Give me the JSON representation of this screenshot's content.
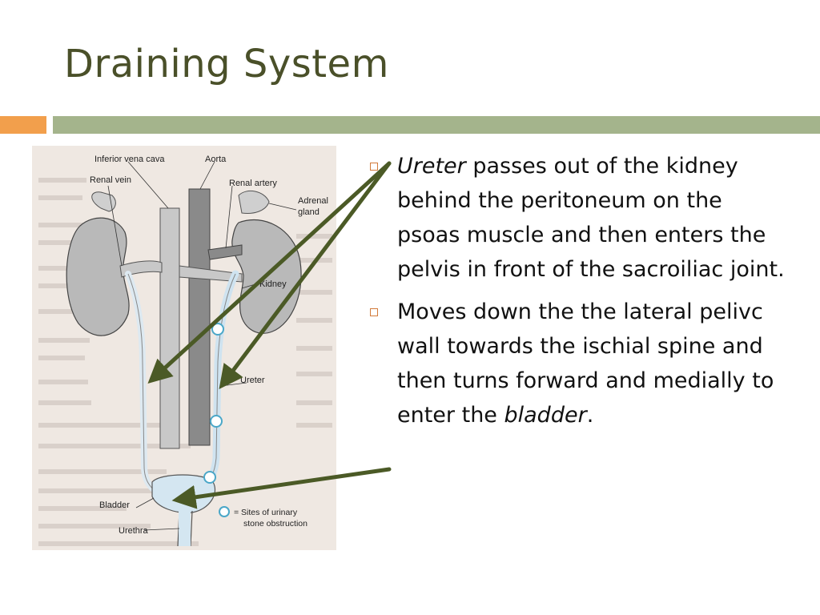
{
  "title": "Draining System",
  "diagram": {
    "labels": {
      "ivc": "Inferior vena cava",
      "aorta": "Aorta",
      "renal_vein": "Renal vein",
      "renal_artery": "Renal artery",
      "adrenal": "Adrenal",
      "gland": "gland",
      "kidney": "Kidney",
      "ureter": "Ureter",
      "bladder": "Bladder",
      "urethra": "Urethra",
      "sites_line1": "= Sites of urinary",
      "sites_line2": "stone obstruction"
    }
  },
  "bullets": [
    {
      "em": "Ureter",
      "text": " passes out of the kidney behind the peritoneum on the psoas muscle and then enters the pelvis in front of the sacroiliac joint."
    },
    {
      "text": "Moves down the the lateral pelivc wall towards the ischial spine and then turns forward and medially to enter the ",
      "em_end": "bladder",
      "end": "."
    }
  ],
  "colors": {
    "title": "#4a5029",
    "accent_orange": "#f29f4c",
    "accent_green": "#a4b48c",
    "arrow": "#4b5a26",
    "bullet_marker": "#d27a3a"
  }
}
